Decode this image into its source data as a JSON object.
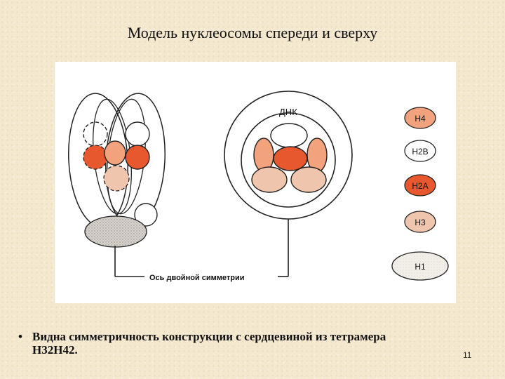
{
  "slide": {
    "title": "Модель нуклеосомы спереди и сверху",
    "caption_line1": "Видна симметричность конструкции с сердцевиной из тетрамера",
    "caption_line2": "Н32Н42.",
    "bullet": "•",
    "page_number": "11"
  },
  "figure": {
    "dna_label": "ДНК",
    "axis_label": "Ось двойной симметрии",
    "legend": [
      {
        "label": "Н4",
        "color": "#f2a27d"
      },
      {
        "label": "Н2В",
        "color": "#ffffff"
      },
      {
        "label": "Н2А",
        "color": "#e8582e"
      },
      {
        "label": "Н3",
        "color": "#f0c5ad"
      },
      {
        "label": "Н1",
        "color": "#f3f0ea"
      }
    ]
  }
}
